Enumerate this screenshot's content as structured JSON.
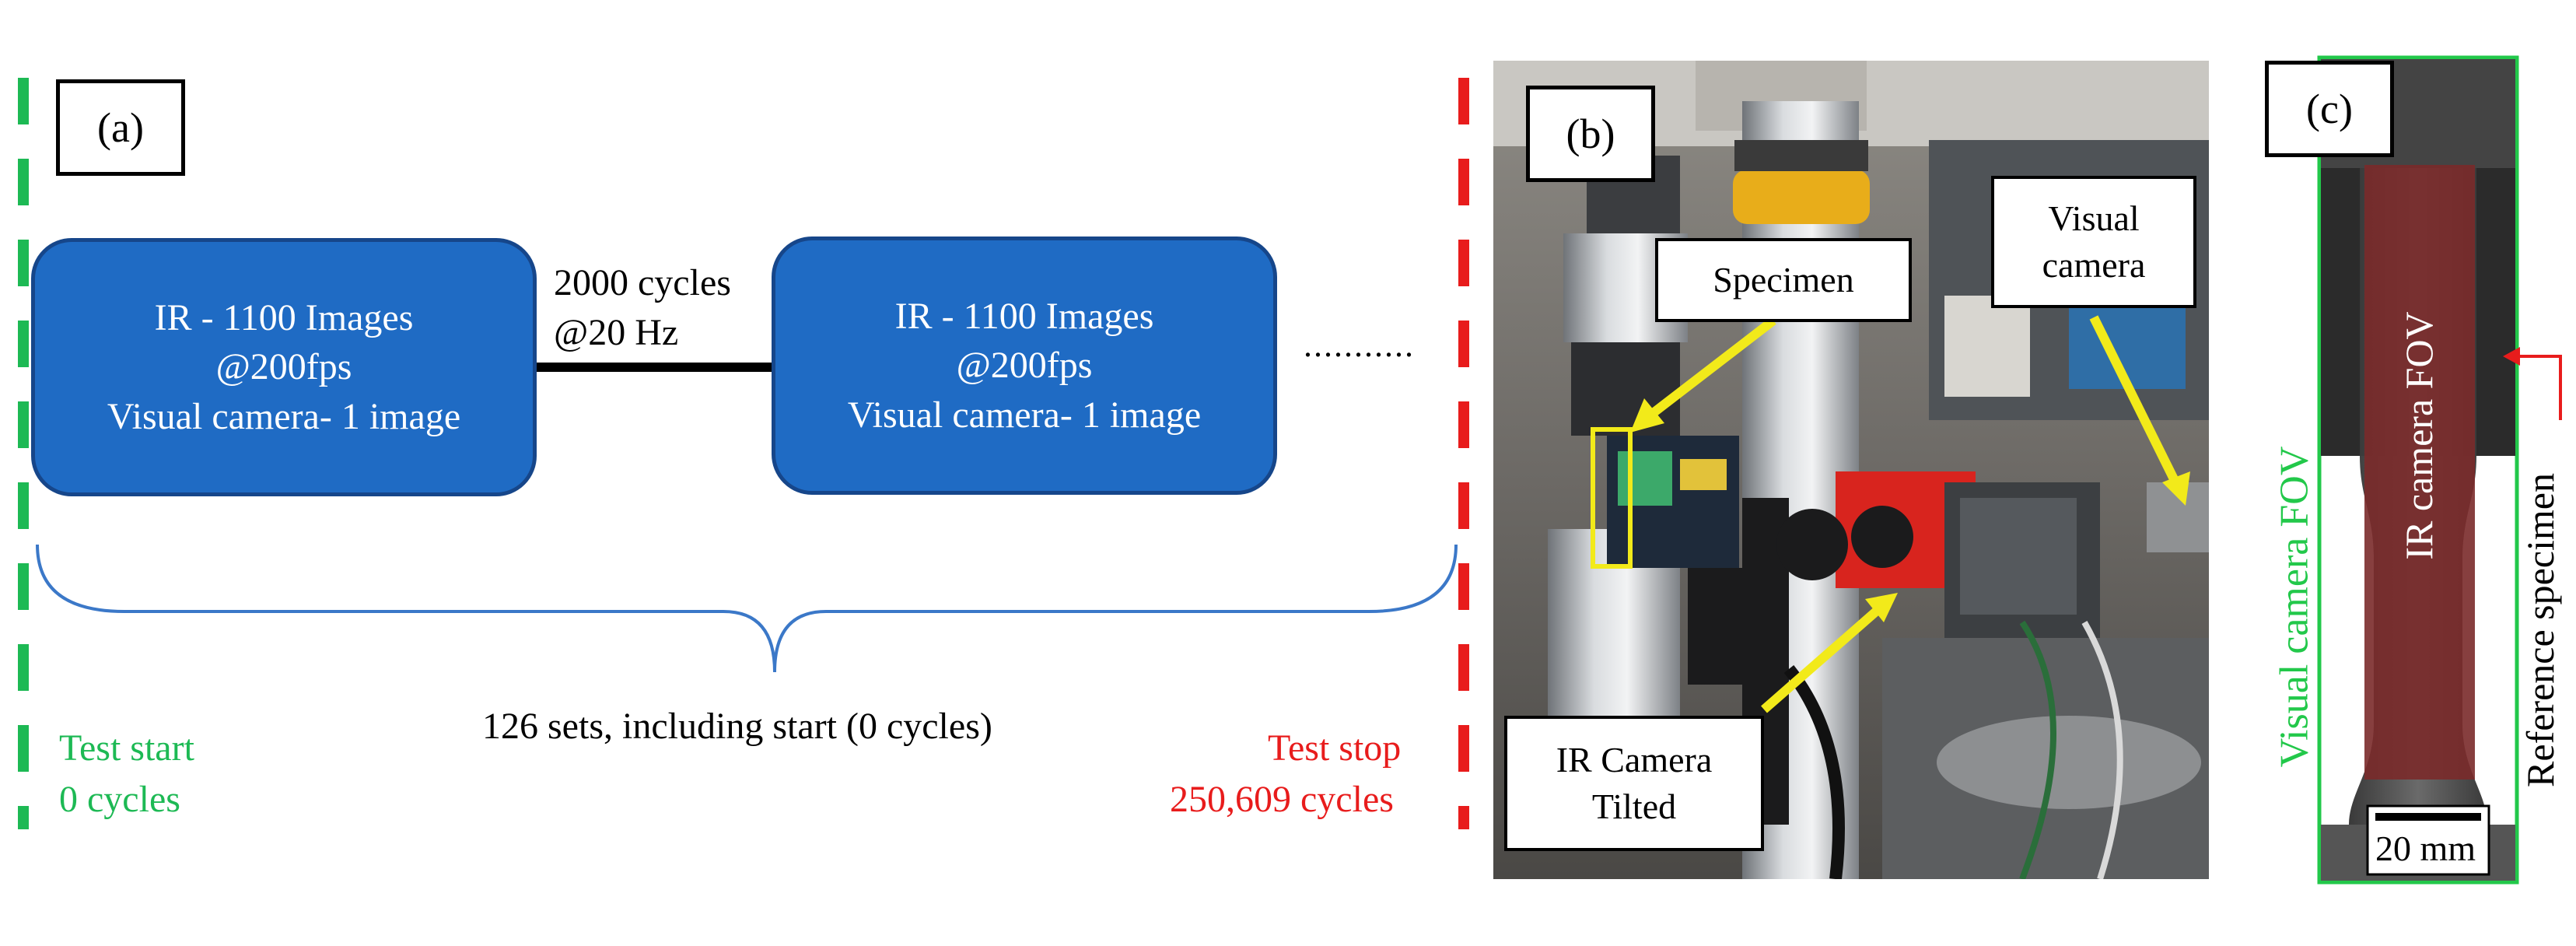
{
  "panel_a": {
    "label": "(a)",
    "block_1": {
      "line1": "IR - 1100 Images",
      "line2": "@200fps",
      "line3": "Visual camera- 1 image"
    },
    "block_2": {
      "line1": "IR - 1100 Images",
      "line2": "@200fps",
      "line3": "Visual camera- 1 image"
    },
    "interval_line1": "2000 cycles",
    "interval_line2": "@20 Hz",
    "continuation": "...........",
    "sets_text": "126 sets, including  start (0 cycles)",
    "start_line1": "Test start",
    "start_line2": "0 cycles",
    "stop_line1": "Test stop",
    "stop_line2": "250,609  cycles"
  },
  "panel_b": {
    "label": "(b)",
    "specimen": "Specimen",
    "visual_camera_line1": "Visual",
    "visual_camera_line2": "camera",
    "ir_camera_line1": "IR Camera",
    "ir_camera_line2": "Tilted"
  },
  "panel_c": {
    "label": "(c)",
    "visual_fov": "Visual camera FOV",
    "ir_fov": "IR camera FOV",
    "reference": "Reference specimen",
    "scale": "20 mm"
  },
  "colors": {
    "block_fill": "#1f6bc4",
    "start_green": "#1db954",
    "stop_red": "#e81c1c",
    "arrow_yellow": "#f2ea1a",
    "fov_green": "#22c84a",
    "ir_fov_fill": "#7a2a2a"
  }
}
